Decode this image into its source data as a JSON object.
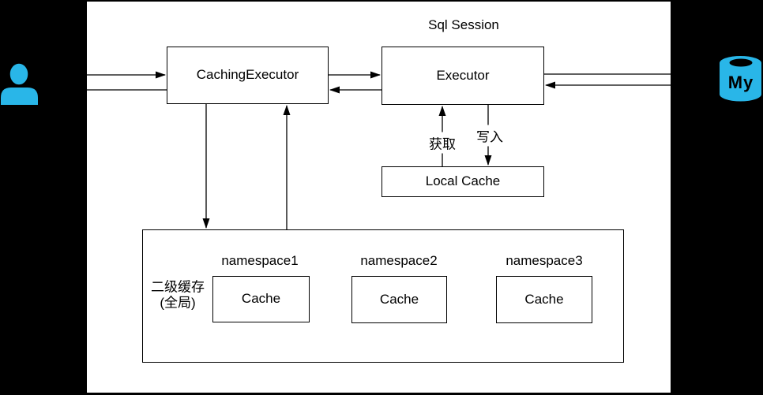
{
  "colors": {
    "background": "#000000",
    "canvas": "#ffffff",
    "line": "#000000",
    "icon_cyan": "#29b6e8"
  },
  "session": {
    "title": "Sql Session"
  },
  "nodes": {
    "caching_executor": "CachingExecutor",
    "executor": "Executor",
    "local_cache": "Local Cache"
  },
  "edges": {
    "get_label": "获取",
    "write_label": "写入"
  },
  "secondary_cache": {
    "label_line1": "二级缓存",
    "label_line2": "(全局)",
    "namespaces": [
      {
        "name": "namespace1",
        "cache": "Cache"
      },
      {
        "name": "namespace2",
        "cache": "Cache"
      },
      {
        "name": "namespace3",
        "cache": "Cache"
      }
    ]
  },
  "mysql": {
    "label": "My"
  }
}
